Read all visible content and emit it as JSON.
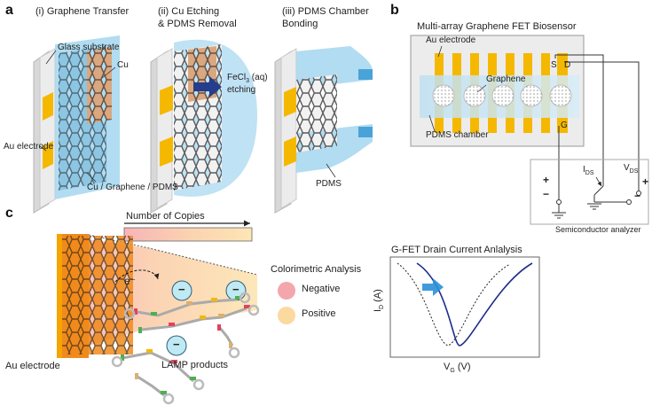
{
  "panels": {
    "a": {
      "letter": "a",
      "step1": "(i) Graphene Transfer",
      "step2_line1": "(ii) Cu Etching",
      "step2_line2": "& PDMS Removal",
      "step3_line1": "(iii) PDMS Chamber",
      "step3_line2": "Bonding",
      "glass_label": "Glass substrate",
      "cu_label": "Cu",
      "au_label": "Au electrode",
      "stack_label": "Cu / Graphene / PDMS",
      "fecl_label": "FeCl",
      "fecl_sub": "3",
      "fecl_suffix": " (aq)",
      "etching_label": "etching",
      "pdms_label": "PDMS"
    },
    "b": {
      "letter": "b",
      "title": "Multi-array Graphene FET Biosensor",
      "au_label": "Au electrode",
      "graphene_label": "Graphene",
      "pdms_chamber_label": "PDMS chamber",
      "s_label": "S",
      "d_label": "D",
      "g_label": "G",
      "ids_main": "I",
      "ids_sub": "DS",
      "vds_main": "V",
      "vds_sub": "DS",
      "plus": "+",
      "minus": "−",
      "analyzer_label": "Semiconductor analyzer"
    },
    "c": {
      "letter": "c",
      "copies_label": "Number of Copies",
      "electron_label": "e⁻",
      "au_label": "Au electrode",
      "lamp_label": "LAMP products",
      "colorimetric_title": "Colorimetric Analysis",
      "negative_label": "Negative",
      "positive_label": "Positive",
      "ion_symbol": "−"
    },
    "chart": {
      "title": "G-FET Drain Current Anlalysis",
      "ylabel_main": "I",
      "ylabel_sub": "D",
      "ylabel_unit": " (A)",
      "xlabel_main": "V",
      "xlabel_sub": "G",
      "xlabel_unit": " (V)"
    }
  },
  "colors": {
    "gold": "#f5b800",
    "graphene": "#555555",
    "pdms_blue": "#a9d8f0",
    "copper": "#d9a880",
    "negative": "#f4a6ad",
    "positive": "#fbd9a0",
    "curve_solid": "#1c2c8c",
    "arrow_blue": "#1d4aa0"
  }
}
